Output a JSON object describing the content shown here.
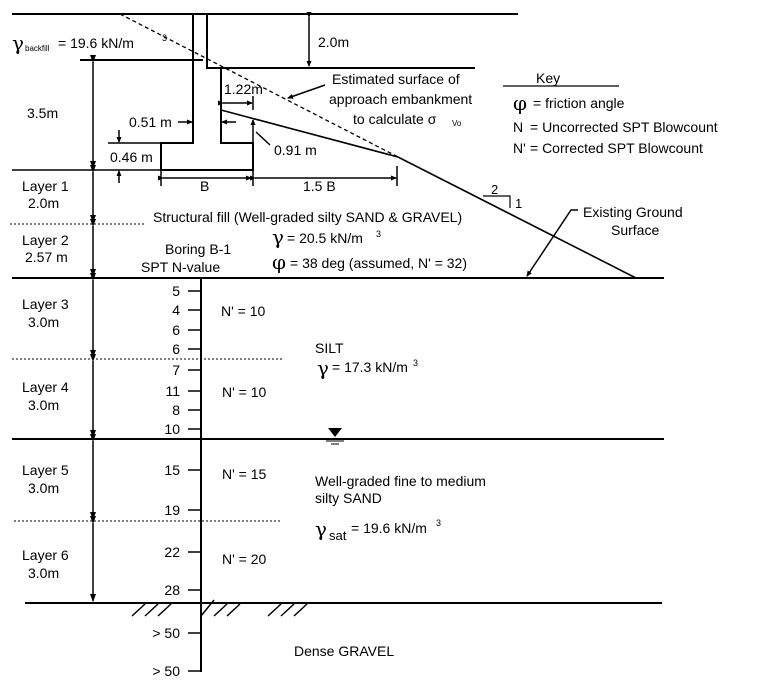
{
  "backfill": {
    "symbol": "γ",
    "subscript": "backfill",
    "value": "= 19.6 kN/m",
    "exp": "3"
  },
  "dims": {
    "deck_height": "2.0m",
    "wall_height": "3.5m",
    "stem_offset": "0.51 m",
    "footing_thickness": "0.46 m",
    "heel_width": "1.22m",
    "slope_drop": "0.91 m",
    "footing_width": "B",
    "toe_distance": "1.5 B"
  },
  "embankment_note": {
    "line1": "Estimated surface of",
    "line2": "approach embankment",
    "line3": "to calculate σ",
    "sub": "Vo"
  },
  "key": {
    "title": "Key",
    "items": [
      {
        "symbol": "φ",
        "text": "= friction angle"
      },
      {
        "symbol": "N",
        "text": "=  Uncorrected SPT Blowcount"
      },
      {
        "symbol": "N'",
        "text": "=  Corrected SPT Blowcount"
      }
    ]
  },
  "slope": {
    "run": "2",
    "rise": "1"
  },
  "ground_note": {
    "line1": "Existing Ground",
    "line2": "Surface"
  },
  "fill": {
    "title": "Structural fill (Well-graded silty SAND & GRAVEL)",
    "gamma": "= 20.5 kN/m",
    "gamma_exp": "3",
    "phi": "=  38 deg  (assumed, N' = 32)"
  },
  "boring": {
    "line1": "Boring B-1",
    "line2": "SPT N-value"
  },
  "layers": [
    {
      "name": "Layer 1",
      "thickness": "2.0m"
    },
    {
      "name": "Layer 2",
      "thickness": "2.57 m"
    },
    {
      "name": "Layer 3",
      "thickness": "3.0m"
    },
    {
      "name": "Layer 4",
      "thickness": "3.0m"
    },
    {
      "name": "Layer 5",
      "thickness": "3.0m"
    },
    {
      "name": "Layer 6",
      "thickness": "3.0m"
    }
  ],
  "spt_values": [
    "5",
    "4",
    "6",
    "6",
    "7",
    "11",
    "8",
    "10",
    "15",
    "19",
    "22",
    "28",
    "> 50",
    "> 50"
  ],
  "corrected": [
    "N' = 10",
    "N' = 10",
    "N' = 15",
    "N' = 20"
  ],
  "silt": {
    "title": "SILT",
    "gamma": "= 17.3 kN/m",
    "exp": "3"
  },
  "sand": {
    "line1": "Well-graded fine to medium",
    "line2": "silty SAND",
    "gamma_sub": "sat",
    "gamma": "=  19.6 kN/m",
    "exp": "3"
  },
  "gravel": {
    "title": "Dense GRAVEL"
  }
}
